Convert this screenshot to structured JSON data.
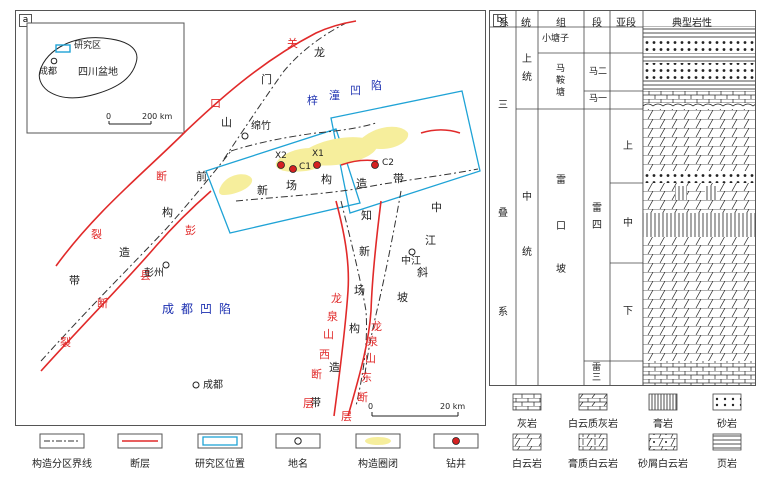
{
  "panel_a": {
    "tag": "a",
    "inset": {
      "study_area": "研究区",
      "chengdu": "成都",
      "basin": "四川盆地",
      "scale_0": "0",
      "scale_200": "200 km"
    },
    "labels": {
      "guan": "关",
      "long_top": "龙",
      "men": "门",
      "shan": "山",
      "kou": "口",
      "duan1": "断",
      "qian": "前",
      "gou1": "构",
      "lie1": "裂",
      "zao1": "造",
      "dai1": "带",
      "xian": "县",
      "duan2": "断",
      "lie2": "裂",
      "peng": "彭",
      "zitong_zi": "梓",
      "zitong_tong": "潼",
      "zitong_ao": "凹",
      "zitong_xian": "陷",
      "mianzhu": "绵竹",
      "x2": "X2",
      "c1": "C1",
      "x1": "X1",
      "c2": "C2",
      "xin1": "新",
      "chang1": "场",
      "gou2": "构",
      "zao2": "造",
      "dai2": "带",
      "zhi": "知",
      "xin2": "新",
      "chang2": "场",
      "gou3": "构",
      "zao3": "造",
      "dai3": "带",
      "zhong": "中",
      "jiang": "江",
      "xie": "斜",
      "po": "坡",
      "zhongjiang": "中江",
      "pengzhou": "彭州",
      "chengdu_ao": "成都凹陷",
      "chengdu": "成都",
      "lq_w": [
        "龙",
        "泉",
        "山",
        "西",
        "断",
        "层"
      ],
      "lq_e": [
        "龙",
        "泉",
        "山",
        "东",
        "断",
        "层"
      ],
      "scale_0": "0",
      "scale_20": "20 km"
    }
  },
  "panel_b": {
    "tag": "b",
    "headers": [
      "系",
      "统",
      "组",
      "段",
      "亚段",
      "典型岩性"
    ],
    "system": [
      "三",
      "叠",
      "系"
    ],
    "series_upper": [
      "上",
      "统"
    ],
    "series_middle": [
      "中",
      "统"
    ],
    "formation_xiaotangzi": "小塘子",
    "formation_maanta": [
      "马",
      "鞍",
      "塘"
    ],
    "formation_leikoupo": [
      "雷",
      "口",
      "坡"
    ],
    "member_ma2": "马二",
    "member_ma1": "马一",
    "member_lei4": [
      "雷",
      "四"
    ],
    "member_lei3": [
      "雷",
      "三"
    ],
    "sub_upper": "上",
    "sub_middle": "中",
    "sub_lower": "下"
  },
  "legend_a": [
    "构造分区界线",
    "断层",
    "研究区位置",
    "地名",
    "构造圈闭",
    "钻井"
  ],
  "legend_b_row1": [
    "灰岩",
    "白云质灰岩",
    "膏岩",
    "砂岩"
  ],
  "legend_b_row2": [
    "白云岩",
    "膏质白云岩",
    "砂屑白云岩",
    "页岩"
  ],
  "colors": {
    "fault": "#e12a2a",
    "study_area": "#1fa3d6",
    "trap": "#f6ee9c",
    "well": "#d42121",
    "text_blue": "#1b2fb0",
    "text_red": "#e12a2a"
  }
}
